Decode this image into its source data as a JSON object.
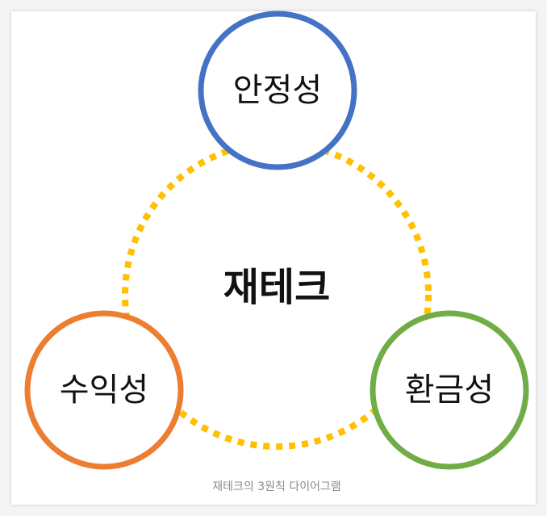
{
  "center": {
    "label": "재테크"
  },
  "nodes": [
    {
      "id": "stability",
      "label": "안정성",
      "color": "#4472c4"
    },
    {
      "id": "profitability",
      "label": "수익성",
      "color": "#ed7d31"
    },
    {
      "id": "liquidity",
      "label": "환금성",
      "color": "#70ad47"
    }
  ],
  "ring": {
    "color": "#ffc000"
  },
  "caption": "재테크의 3원칙 다이어그램"
}
